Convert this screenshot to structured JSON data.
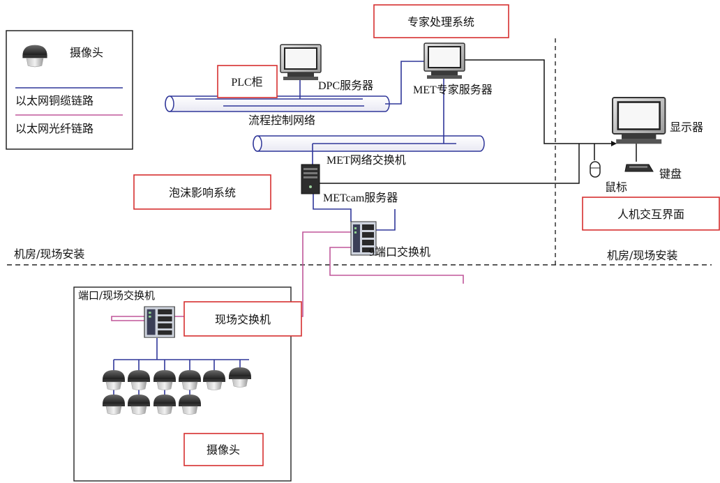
{
  "legend": {
    "camera": "摄像头",
    "copper": "以太网铜缆链路",
    "fiber": "以太网光纤链路"
  },
  "boxes": {
    "expert_system": "专家处理系统",
    "plc": "PLC柜",
    "foam": "泡沫影响系统",
    "hmi": "人机交互界面",
    "field_switch": "现场交换机",
    "camera": "摄像头"
  },
  "labels": {
    "dpc_server": "DPC服务器",
    "met_expert_server": "MET专家服务器",
    "process_network": "流程控制网络",
    "met_switch": "MET网络交换机",
    "metcam_server": "METcam服务器",
    "switch9": "9端口交换机",
    "display": "显示器",
    "keyboard": "键盘",
    "mouse": "鼠标",
    "room_left": "机房/现场安装",
    "room_right": "机房/现场安装",
    "field_box_title": "端口/现场交换机"
  },
  "colors": {
    "copper": "#2f3699",
    "fiber": "#c0569a",
    "highlight_box": "#d62f2f",
    "line": "#111111"
  }
}
